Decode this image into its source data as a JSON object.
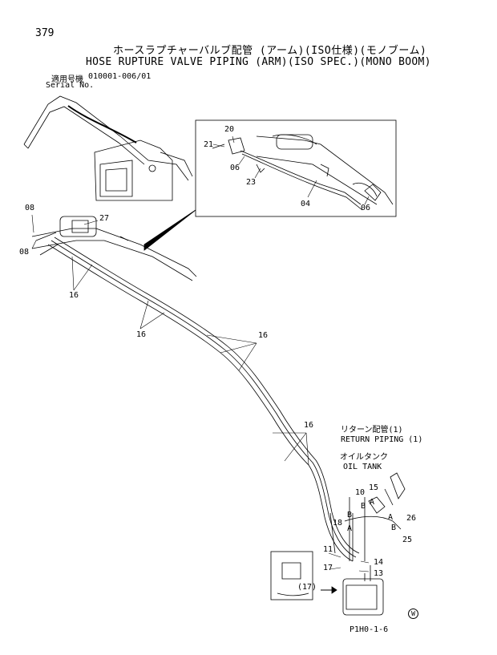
{
  "header": {
    "page_number": "379",
    "title_jp": "ホースラプチャーバルブ配管 (アーム)(ISO仕様)(モノブーム)",
    "title_en": "HOSE RUPTURE VALVE PIPING (ARM)(ISO SPEC.)(MONO BOOM)",
    "serial_label_jp": "適用号機",
    "serial_label_en": "Serial No.",
    "serial_value": "010001-006/01"
  },
  "callouts": {
    "n20": "20",
    "n21": "21",
    "n06a": "06",
    "n23": "23",
    "n04": "04",
    "n06b": "06",
    "n08a": "08",
    "n08b": "08",
    "n27": "27",
    "n16a": "16",
    "n16b": "16",
    "n16c": "16",
    "n16d": "16",
    "n10": "10",
    "n15": "15",
    "nB1": "B",
    "nA1": "A",
    "nA2": "A",
    "nB2": "B",
    "n18": "18",
    "nB3": "B",
    "nA3": "A",
    "n26": "26",
    "n25": "25",
    "n11": "11",
    "n14": "14",
    "n17": "17",
    "n13": "13",
    "n17p": "(17)"
  },
  "notes": {
    "return_piping_jp": "リターン配管(1)",
    "return_piping_en": "RETURN PIPING (1)",
    "oil_tank_jp": "オイルタンク",
    "oil_tank_en": "OIL TANK"
  },
  "footer": {
    "code": "P1H0-1-6",
    "mark": "W"
  }
}
